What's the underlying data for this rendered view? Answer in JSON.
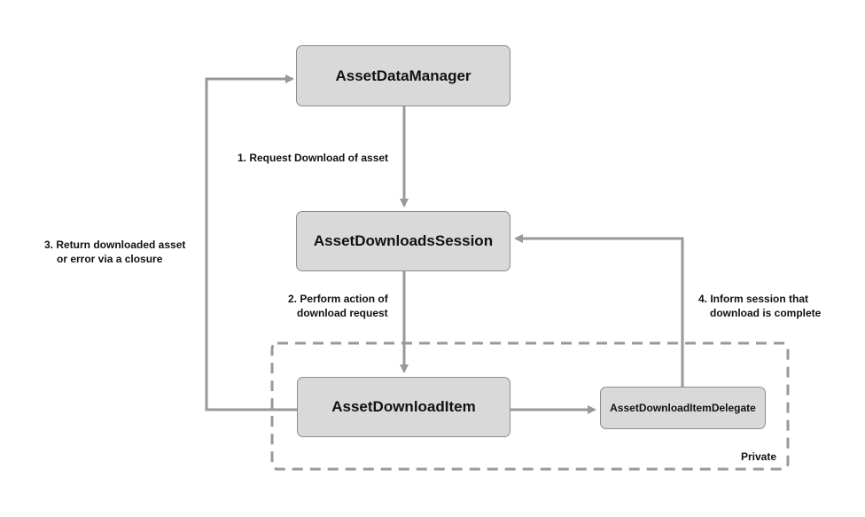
{
  "nodes": {
    "manager": "AssetDataManager",
    "session": "AssetDownloadsSession",
    "item": "AssetDownloadItem",
    "delegate": "AssetDownloadItemDelegate"
  },
  "edges": {
    "step1": "1. Request Download of asset",
    "step2_line1": "2. Perform action of",
    "step2_line2": "download request",
    "step3_line1": "3. Return downloaded asset",
    "step3_line2": "or error via a closure",
    "step4_line1": "4. Inform session that",
    "step4_line2": "download is complete"
  },
  "group": {
    "label": "Private"
  },
  "colors": {
    "box_fill": "#d9d9d9",
    "box_border": "#8c8c8c",
    "arrow": "#999999",
    "group_border": "#999999"
  }
}
